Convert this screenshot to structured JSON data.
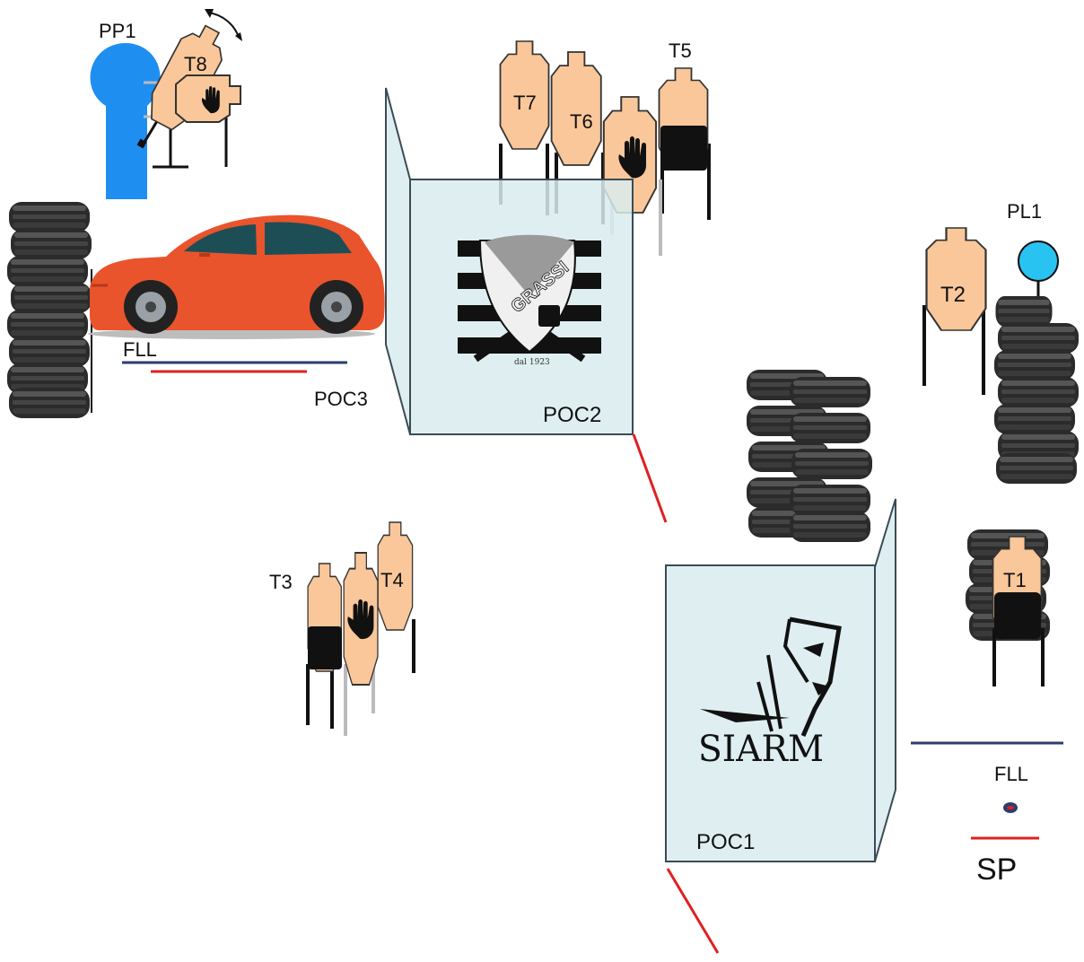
{
  "labels": {
    "pp1": "PP1",
    "pl1": "PL1",
    "t1": "T1",
    "t2": "T2",
    "t3": "T3",
    "t4": "T4",
    "t5": "T5",
    "t6": "T6",
    "t7": "T7",
    "t8": "T8",
    "poc1": "POC1",
    "poc2": "POC2",
    "poc3": "POC3",
    "fll_left": "FLL",
    "fll_right": "FLL",
    "sp": "SP"
  },
  "logos": {
    "grassi_text": "GRASSI",
    "grassi_year": "dal 1923",
    "siarm_text": "SIARM"
  },
  "colors": {
    "target": "#f9c79a",
    "target_stroke": "#333333",
    "no_shoot_black": "#111111",
    "popper_blue": "#1f8ef1",
    "plate_blue": "#29c3f2",
    "barrier_fill": "#d9ecef",
    "barrier_stroke": "#3a4b55",
    "fault_line": "#2c3e6e",
    "red_line": "#e02020",
    "car_body": "#e9542c",
    "tire": "#2b2b2b"
  },
  "icons": [
    "hand-no-shoot-icon",
    "rotate-arrow-icon",
    "car-icon",
    "tire-stack-icon"
  ]
}
